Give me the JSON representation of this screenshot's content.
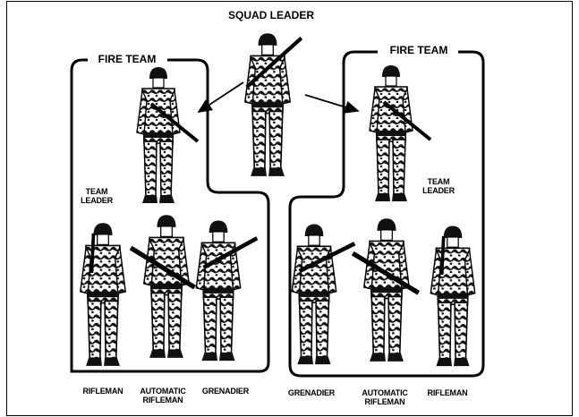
{
  "diagram": {
    "squad_leader": "SQUAD LEADER",
    "left_team": {
      "title": "FIRE TEAM",
      "leader_line1": "TEAM",
      "leader_line2": "LEADER",
      "members": [
        {
          "line1": "RIFLEMAN",
          "line2": ""
        },
        {
          "line1": "AUTOMATIC",
          "line2": "RIFLEMAN"
        },
        {
          "line1": "GRENADIER",
          "line2": ""
        }
      ]
    },
    "right_team": {
      "title": "FIRE TEAM",
      "leader_line1": "TEAM",
      "leader_line2": "LEADER",
      "members": [
        {
          "line1": "GRENADIER",
          "line2": ""
        },
        {
          "line1": "AUTOMATIC",
          "line2": "RIFLEMAN"
        },
        {
          "line1": "RIFLEMAN",
          "line2": ""
        }
      ]
    }
  },
  "colors": {
    "ink": "#000000",
    "camo": "#555555",
    "paper": "#ffffff"
  }
}
